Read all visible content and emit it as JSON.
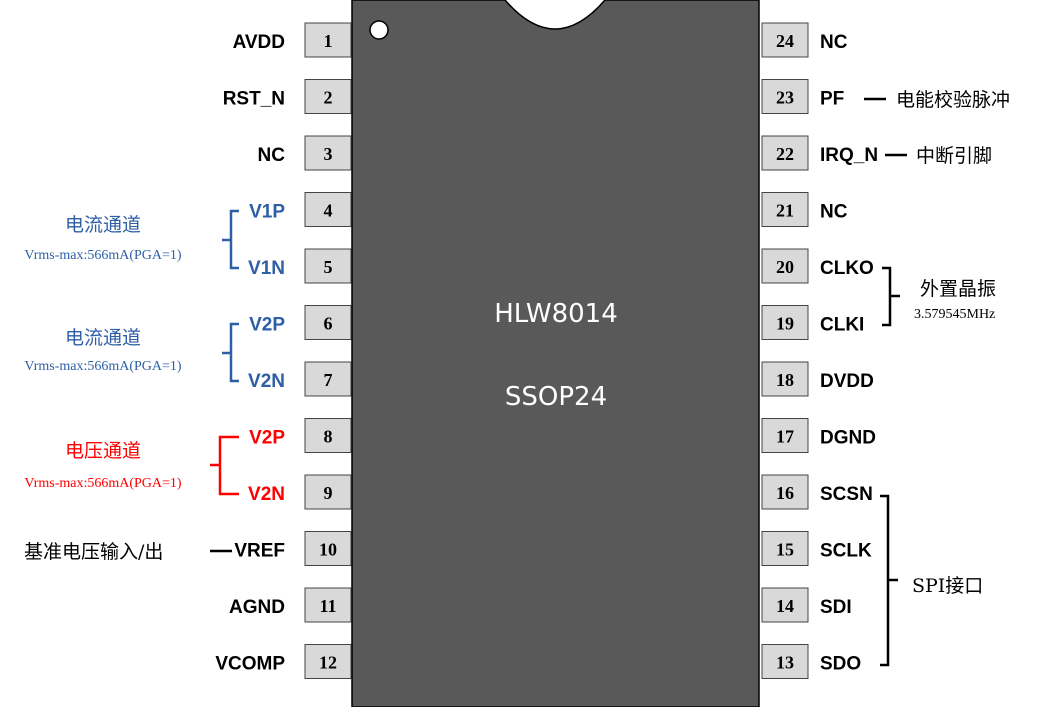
{
  "chip": {
    "name": "HLW8014",
    "package": "SSOP24",
    "body_color": "#595959",
    "pin_color": "#d9d9d9"
  },
  "left_pins": [
    {
      "num": "1",
      "name": "AVDD",
      "color": "#000000"
    },
    {
      "num": "2",
      "name": "RST_N",
      "color": "#000000"
    },
    {
      "num": "3",
      "name": "NC",
      "color": "#000000"
    },
    {
      "num": "4",
      "name": "V1P",
      "color": "#2e5fa6"
    },
    {
      "num": "5",
      "name": "V1N",
      "color": "#2e5fa6"
    },
    {
      "num": "6",
      "name": "V2P",
      "color": "#2e5fa6"
    },
    {
      "num": "7",
      "name": "V2N",
      "color": "#2e5fa6"
    },
    {
      "num": "8",
      "name": "V2P",
      "color": "#ff0000"
    },
    {
      "num": "9",
      "name": "V2N",
      "color": "#ff0000"
    },
    {
      "num": "10",
      "name": "VREF",
      "color": "#000000"
    },
    {
      "num": "11",
      "name": "AGND",
      "color": "#000000"
    },
    {
      "num": "12",
      "name": "VCOMP",
      "color": "#000000"
    }
  ],
  "right_pins": [
    {
      "num": "24",
      "name": "NC"
    },
    {
      "num": "23",
      "name": "PF"
    },
    {
      "num": "22",
      "name": "IRQ_N"
    },
    {
      "num": "21",
      "name": "NC"
    },
    {
      "num": "20",
      "name": "CLKO"
    },
    {
      "num": "19",
      "name": "CLKI"
    },
    {
      "num": "18",
      "name": "DVDD"
    },
    {
      "num": "17",
      "name": "DGND"
    },
    {
      "num": "16",
      "name": "SCSN"
    },
    {
      "num": "15",
      "name": "SCLK"
    },
    {
      "num": "14",
      "name": "SDI"
    },
    {
      "num": "13",
      "name": "SDO"
    }
  ],
  "annotations": {
    "ch1_title": "电流通道",
    "ch1_note": "Vrms-max:566mA(PGA=1)",
    "ch2_title": "电流通道",
    "ch2_note": "Vrms-max:566mA(PGA=1)",
    "ch3_title": "电压通道",
    "ch3_note": "Vrms-max:566mA(PGA=1)",
    "vref_label": "基准电压输入/出",
    "pf_label": "电能校验脉冲",
    "irq_label": "中断引脚",
    "osc_title": "外置晶振",
    "osc_freq": "3.579545MHz",
    "spi_label": "SPI接口"
  },
  "colors": {
    "blue": "#2e5fa6",
    "red": "#ff0000"
  }
}
